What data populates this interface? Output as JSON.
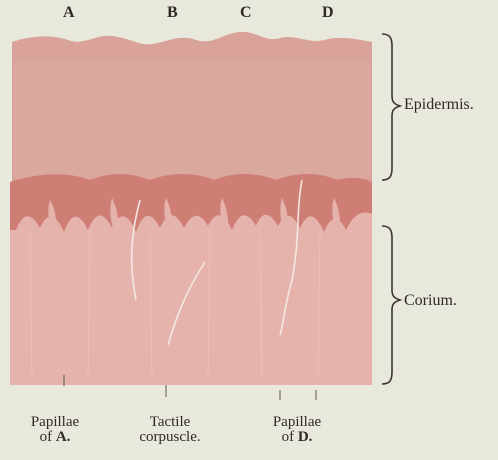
{
  "column_letters": [
    "A",
    "B",
    "C",
    "D"
  ],
  "regions": {
    "epidermis": "Epidermis.",
    "corium": "Corium."
  },
  "bottom_labels": {
    "papillae_a": {
      "line1": "Papillae",
      "line2_prefix": "of ",
      "line2_bold": "A."
    },
    "tactile": {
      "line1": "Tactile",
      "line2": "corpuscle."
    },
    "papillae_d": {
      "line1": "Papillae",
      "line2_prefix": "of ",
      "line2_bold": "D."
    }
  },
  "colors": {
    "background": "#e9e8dc",
    "epidermis": "#d9a39a",
    "basal_layer": "#cf7e76",
    "corium": "#e5b3ac",
    "brace": "#3a3530",
    "text": "#2e2a26"
  }
}
